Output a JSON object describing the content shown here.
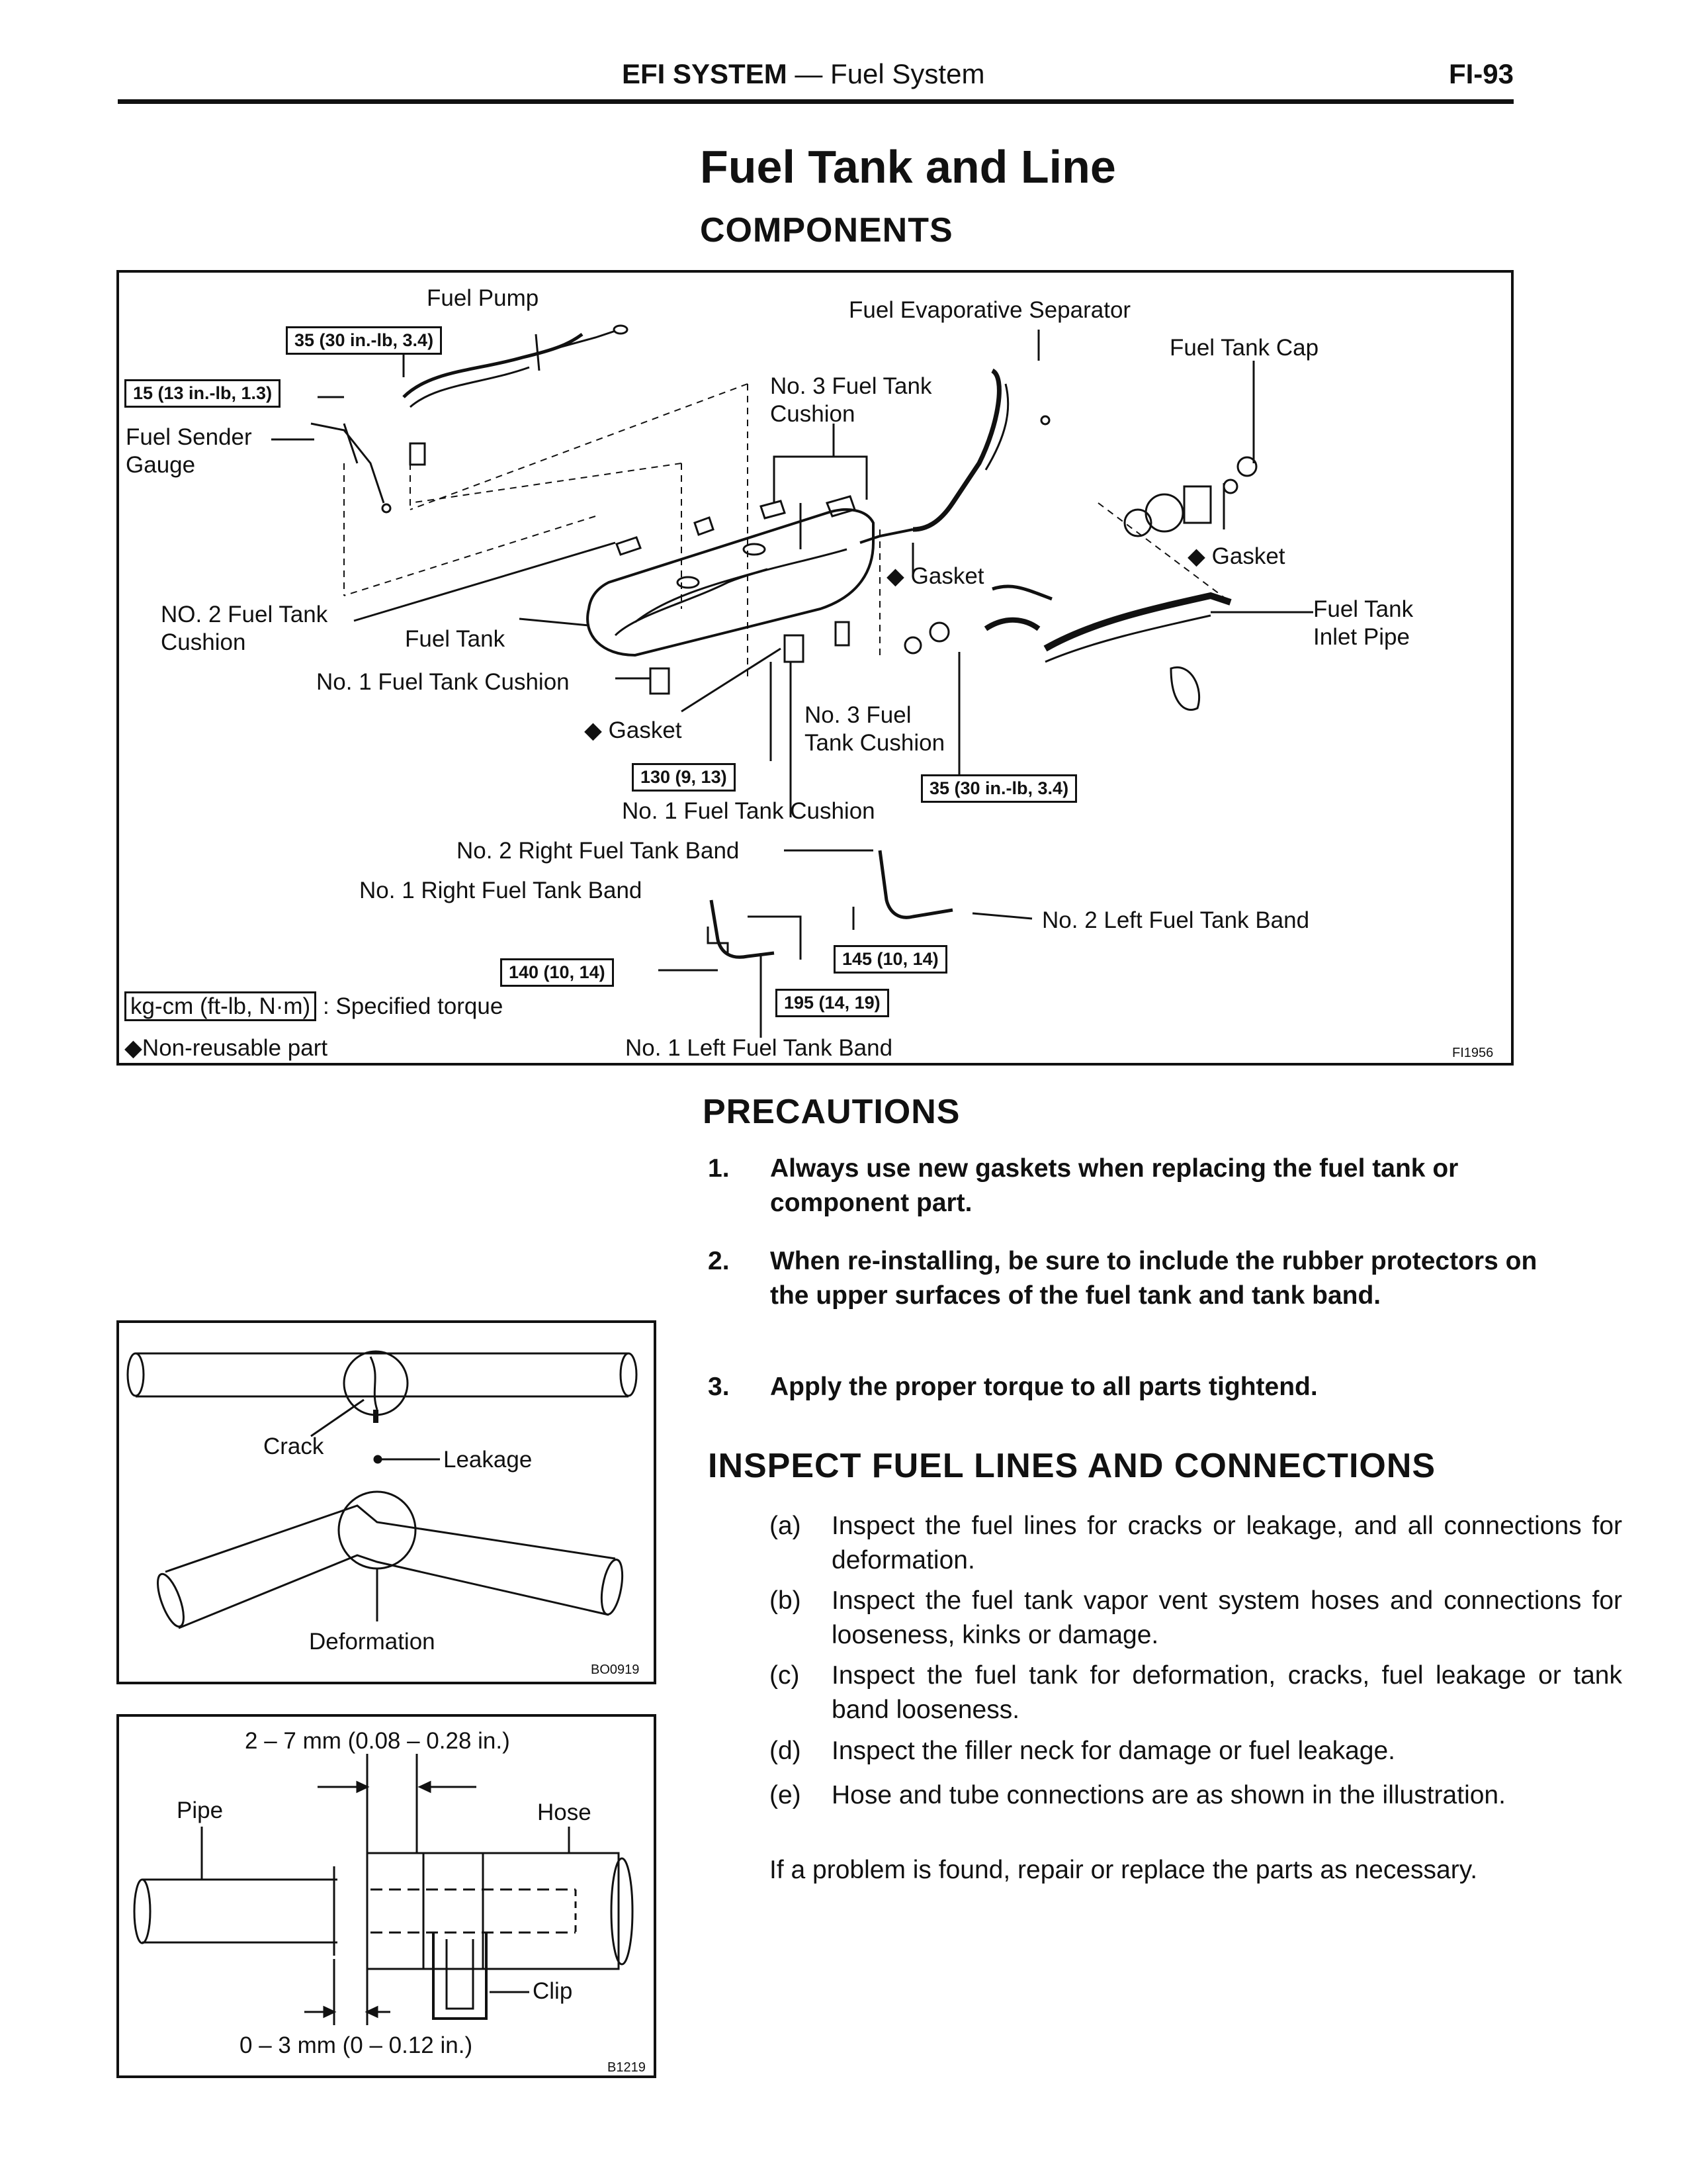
{
  "header": {
    "section_title_bold": "EFI SYSTEM",
    "section_title_rest": " — Fuel System",
    "page_number": "FI-93"
  },
  "title": "Fuel Tank and Line",
  "components": {
    "heading": "COMPONENTS",
    "labels": {
      "fuel_pump": "Fuel Pump",
      "fuel_evap_separator": "Fuel Evaporative Separator",
      "fuel_tank_cap": "Fuel Tank Cap",
      "no3_cushion_top_line1": "No. 3 Fuel Tank",
      "no3_cushion_top_line2": "Cushion",
      "fuel_sender_gauge_line1": "Fuel Sender",
      "fuel_sender_gauge_line2": "Gauge",
      "gasket_right": "Gasket",
      "gasket_mid": "Gasket",
      "no2_cushion_line1": "NO. 2 Fuel Tank",
      "no2_cushion_line2": "Cushion",
      "fuel_tank": "Fuel Tank",
      "fuel_tank_inlet_pipe_line1": "Fuel Tank",
      "fuel_tank_inlet_pipe_line2": "Inlet Pipe",
      "no1_cushion_left": "No. 1 Fuel Tank Cushion",
      "gasket_left": "Gasket",
      "no3_cushion_bottom_line1": "No. 3 Fuel",
      "no3_cushion_bottom_line2": "Tank Cushion",
      "no1_cushion_bottom": "No. 1 Fuel Tank Cushion",
      "no2_right_band": "No. 2 Right Fuel Tank Band",
      "no1_right_band": "No. 1 Right Fuel Tank Band",
      "no2_left_band": "No. 2 Left Fuel Tank Band",
      "no1_left_band": "No. 1 Left Fuel Tank Band"
    },
    "torques": {
      "t35_top": "35 (30 in.-lb, 3.4)",
      "t15": "15 (13 in.-lb, 1.3)",
      "t130": "130 (9, 13)",
      "t35_bottom": "35 (30 in.-lb, 3.4)",
      "t140": "140 (10, 14)",
      "t145": "145 (10, 14)",
      "t195": "195 (14, 19)"
    },
    "legend": {
      "unit_box": "kg-cm (ft-lb, N·m)",
      "unit_desc": ": Specified torque",
      "non_reusable": "Non-reusable part",
      "diamond": "◆"
    },
    "figure_id": "FI1956"
  },
  "precautions": {
    "heading": "PRECAUTIONS",
    "items": [
      {
        "num": "1.",
        "text": "Always use new gaskets when replacing the fuel tank or component part."
      },
      {
        "num": "2.",
        "text": "When re-installing, be sure to include the rubber protectors on the upper surfaces of the fuel tank and tank band."
      },
      {
        "num": "3.",
        "text": "Apply the proper torque to all parts tightend."
      }
    ]
  },
  "inspect": {
    "heading": "INSPECT FUEL LINES AND CONNECTIONS",
    "items": [
      {
        "num": "(a)",
        "text": "Inspect the fuel lines for cracks or leakage, and all connections for deformation."
      },
      {
        "num": "(b)",
        "text": "Inspect the fuel tank vapor vent system hoses and connections for looseness, kinks or damage."
      },
      {
        "num": "(c)",
        "text": "Inspect the fuel tank for deformation, cracks, fuel leakage or tank band looseness."
      },
      {
        "num": "(d)",
        "text": "Inspect the filler neck for damage or fuel leakage."
      },
      {
        "num": "(e)",
        "text": "Hose and tube connections are as shown in the illustration."
      }
    ],
    "closing": "If a problem is found, repair or replace the parts as necessary."
  },
  "figure_crack": {
    "crack": "Crack",
    "leakage": "Leakage",
    "deformation": "Deformation",
    "figure_id": "BO0919"
  },
  "figure_clip": {
    "dim_top": "2 – 7 mm (0.08 – 0.28 in.)",
    "pipe": "Pipe",
    "hose": "Hose",
    "clip": "Clip",
    "dim_bottom": "0 – 3 mm (0 – 0.12 in.)",
    "figure_id": "B1219"
  }
}
